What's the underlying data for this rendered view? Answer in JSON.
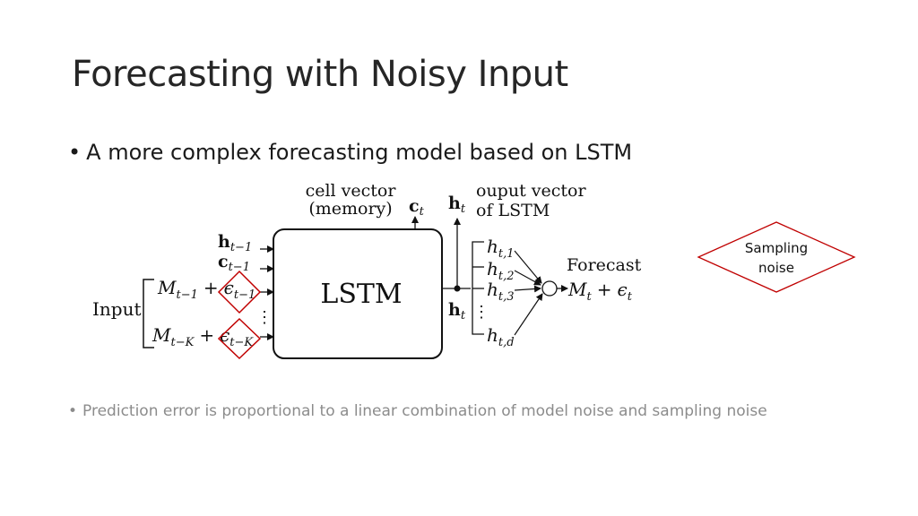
{
  "slide": {
    "title": "Forecasting with Noisy Input",
    "bullet_main": "A more complex forecasting model based on LSTM",
    "bullet_sub": "Prediction error is proportional to a linear combination of model noise and sampling noise",
    "bullet_glyph": "•"
  },
  "diagram": {
    "block_label": "LSTM",
    "cell_vector_line1": "cell vector",
    "cell_vector_line2": "(memory)",
    "c_t": "c",
    "c_t_sub": "t",
    "h_t_top": "h",
    "h_t_top_sub": "t",
    "output_line1": "ouput vector",
    "output_line2": "of LSTM",
    "h_prev": "h",
    "h_prev_sub": "t−1",
    "c_prev": "c",
    "c_prev_sub": "t−1",
    "input_label": "Input",
    "input1_M": "M",
    "input1_M_sub": "t−1",
    "input1_plus": "+",
    "input1_eps": "ϵ",
    "input1_eps_sub": "t−1",
    "inputK_M": "M",
    "inputK_M_sub": "t−K",
    "inputK_plus": "+",
    "inputK_eps": "ϵ",
    "inputK_eps_sub": "t−K",
    "vdots": "⋮",
    "h_t_mid": "h",
    "h_t_mid_sub": "t",
    "h_outputs": [
      {
        "main": "h",
        "sub": "t,1"
      },
      {
        "main": "h",
        "sub": "t,2"
      },
      {
        "main": "h",
        "sub": "t,3"
      },
      {
        "main": "h",
        "sub": "t,d"
      }
    ],
    "forecast_label": "Forecast",
    "forecast_M": "M",
    "forecast_M_sub": "t",
    "forecast_plus": "+",
    "forecast_eps": "ϵ",
    "forecast_eps_sub": "t",
    "sampling_noise_line1": "Sampling",
    "sampling_noise_line2": "noise",
    "accent_color": "#c00000"
  }
}
